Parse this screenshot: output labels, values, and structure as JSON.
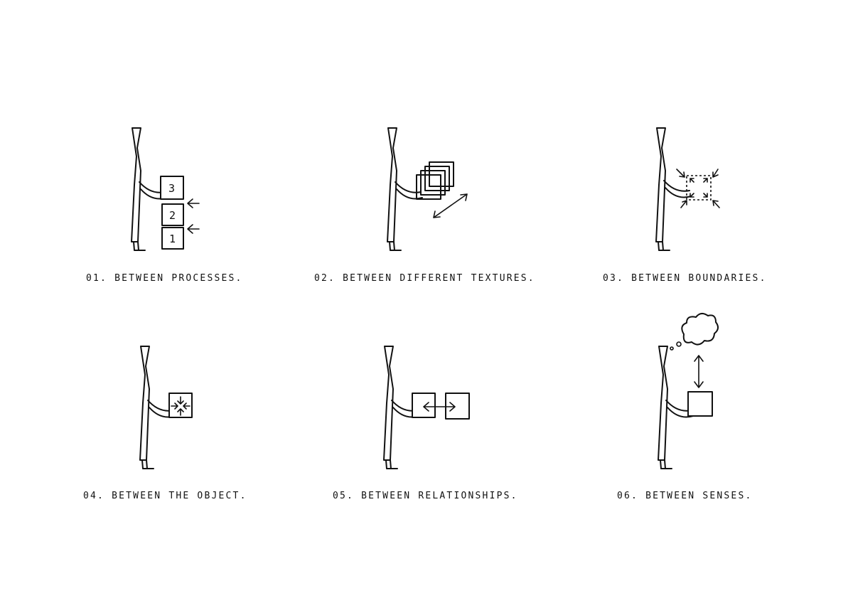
{
  "captions": [
    "01. BETWEEN PROCESSES.",
    "02. BETWEEN DIFFERENT TEXTURES.",
    "03. BETWEEN  BOUNDARIES.",
    "04. BETWEEN THE OBJECT.",
    "05. BETWEEN RELATIONSHIPS.",
    "06. BETWEEN  SENSES."
  ],
  "process_numbers": [
    "3",
    "2",
    "1"
  ],
  "colors": {
    "ink": "#111111",
    "paper": "#ffffff"
  }
}
